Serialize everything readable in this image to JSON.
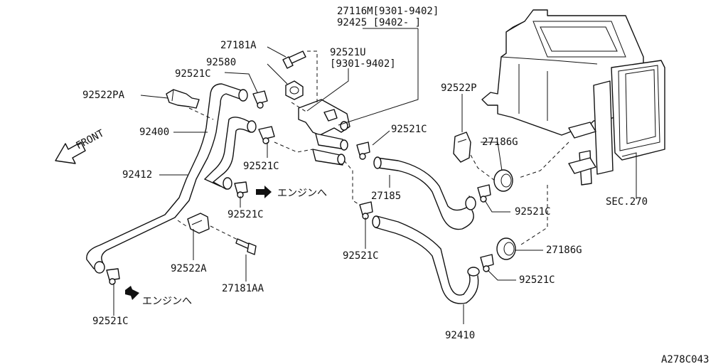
{
  "labels": {
    "valve_part": "27116M[9301-9402]",
    "valve_part_alt": "92425 [9402-     ]",
    "bolt_top": "27181A",
    "valve_sub": "92521U",
    "valve_sub_range": "[9301-9402]",
    "grommet_top": "92580",
    "clamp_top_left": "92521C",
    "bracket_left": "92522PA",
    "hose_upper": "92400",
    "front": "FRONT",
    "hose_lower": "92412",
    "clamp_mid_1": "92521C",
    "clamp_mid_2": "92521C",
    "engine_1": "エンジンへ",
    "bracket_lower": "92522A",
    "bolt_lower": "27181AA",
    "clamp_bottom_left": "92521C",
    "engine_2": "エンジンへ",
    "bracket_p": "92522P",
    "clamp_center_top": "92521C",
    "grommet_1": "27186G",
    "hose_center": "27185",
    "clamp_center_lower": "92521C",
    "clamp_right_1": "92521C",
    "grommet_2": "27186G",
    "clamp_right_2": "92521C",
    "hose_bottom": "92410",
    "sec": "SEC.270",
    "figure_id": "A278C043"
  }
}
